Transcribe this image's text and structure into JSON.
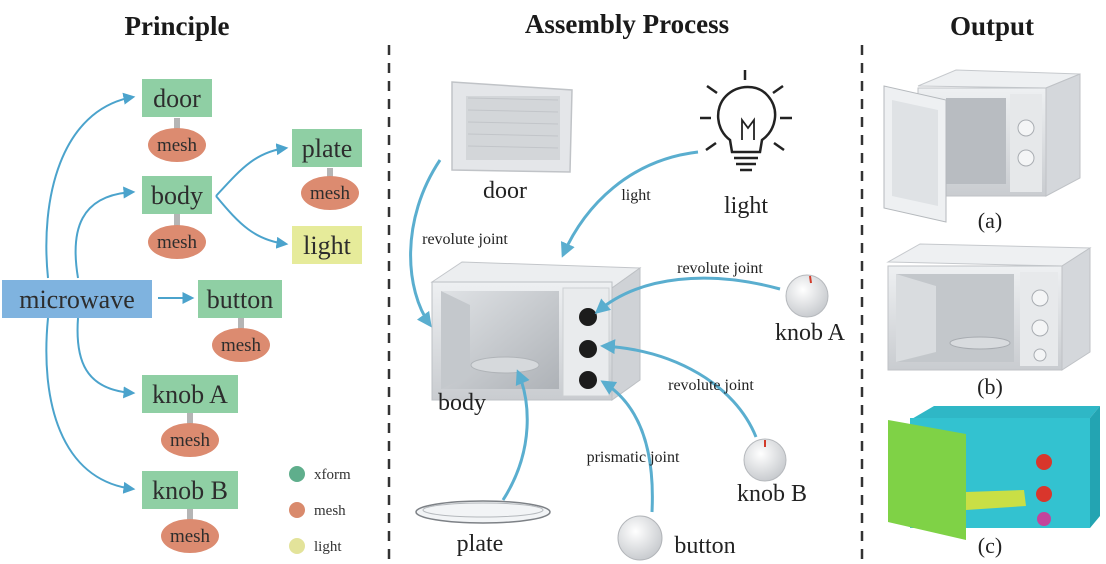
{
  "titles": {
    "principle": "Principle",
    "assembly": "Assembly Process",
    "output": "Output"
  },
  "principle": {
    "root": "microwave",
    "nodes": {
      "door": "door",
      "body": "body",
      "plate": "plate",
      "light": "light",
      "button": "button",
      "knob_a": "knob A",
      "knob_b": "knob B"
    },
    "mesh_label": "mesh",
    "legend": [
      {
        "label": "xform",
        "color": "#5fae8c"
      },
      {
        "label": "mesh",
        "color": "#d98a6c"
      },
      {
        "label": "light",
        "color": "#e3e39a"
      }
    ]
  },
  "assembly": {
    "parts": {
      "door": "door",
      "light": "light",
      "body": "body",
      "knob_a": "knob A",
      "knob_b": "knob B",
      "plate": "plate",
      "button": "button"
    },
    "joints": {
      "light": "light",
      "revolute_door": "revolute joint",
      "revolute_knob_a": "revolute joint",
      "revolute_knob_b": "revolute joint",
      "prismatic": "prismatic joint"
    }
  },
  "output": {
    "labels": [
      "(a)",
      "(b)",
      "(c)"
    ]
  },
  "colors": {
    "xform": "#8fcfa4",
    "mesh": "#dc8b70",
    "light": "#e6eb9a",
    "root": "#7fb3df",
    "arrow": "#4ba3cc"
  }
}
